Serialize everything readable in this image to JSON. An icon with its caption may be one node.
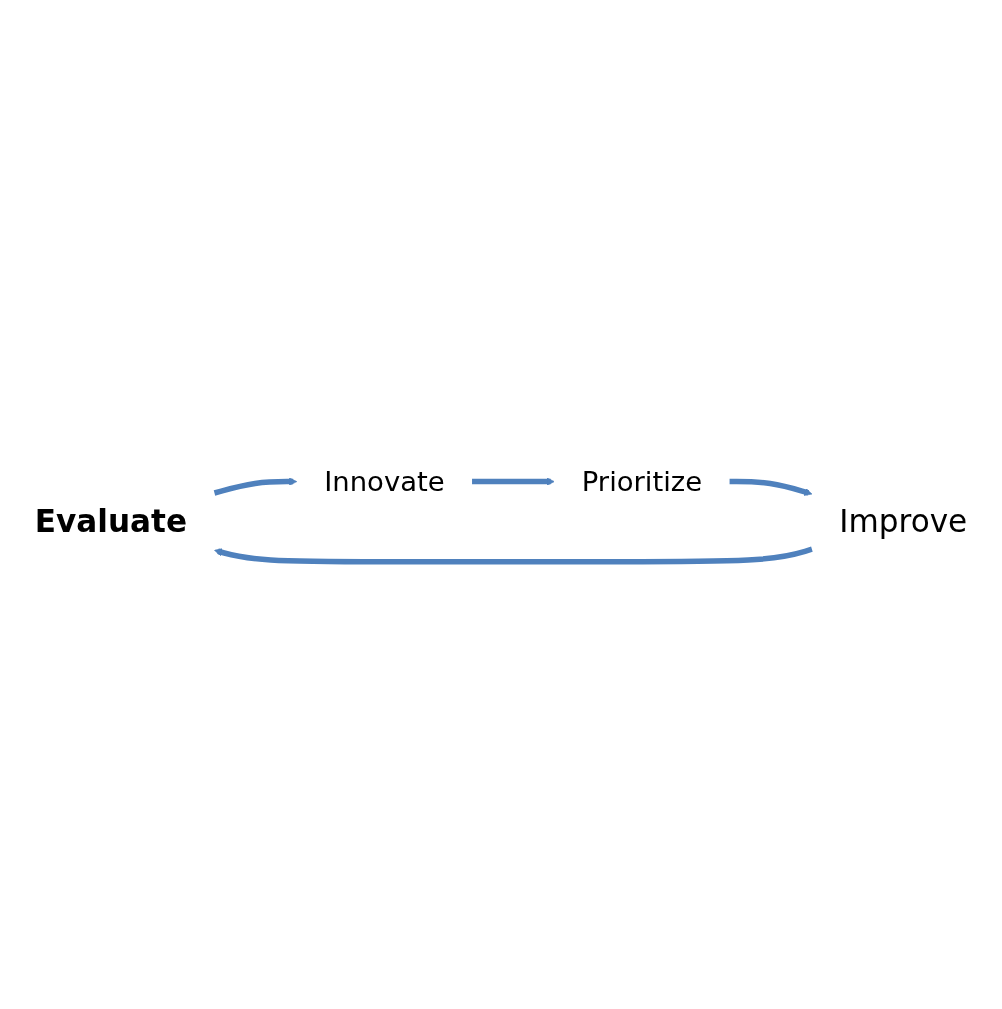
{
  "diagram": {
    "nodes": [
      {
        "text": [
          "Evaluate"
        ]
      },
      {
        "text": [
          "Innovate"
        ]
      },
      {
        "text": [
          "Prioritize"
        ]
      },
      {
        "text": [
          "Improve"
        ]
      }
    ],
    "edges": [
      {
        "from": 0,
        "to": 1,
        "arrow": "to"
      },
      {
        "from": 1,
        "to": 2,
        "arrow": "to"
      },
      {
        "from": 2,
        "to": 3,
        "arrow": "to"
      },
      {
        "from": 3,
        "to": 0,
        "arrow": "to"
      }
    ]
  }
}
